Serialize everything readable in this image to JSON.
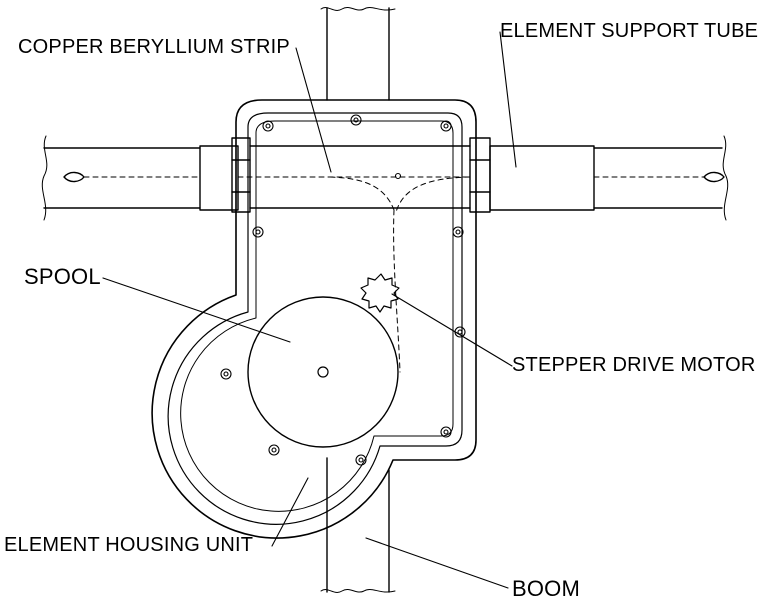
{
  "labels": {
    "copper_strip": "COPPER  BERYLLIUM STRIP",
    "support_tube": "ELEMENT SUPPORT  TUBE",
    "spool": "SPOOL",
    "stepper": "STEPPER DRIVE MOTOR",
    "housing": "ELEMENT HOUSING  UNIT",
    "boom": "BOOM"
  },
  "colors": {
    "line": "#000000",
    "background": "#ffffff"
  }
}
